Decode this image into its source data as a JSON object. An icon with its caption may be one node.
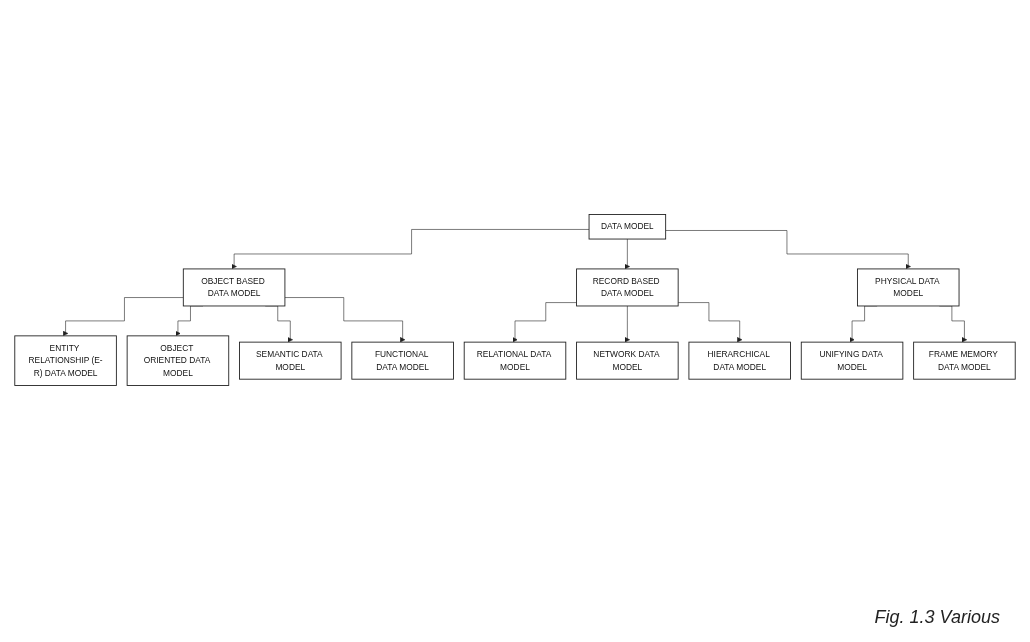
{
  "diagram": {
    "caption": "Fig. 1.3 Various",
    "nodes": [
      {
        "text": [
          "DATA MODEL"
        ]
      },
      {
        "text": [
          "OBJECT BASED DATA MODEL"
        ]
      },
      {
        "text": [
          "RECORD BASED DATA MODEL"
        ]
      },
      {
        "text": [
          "PHYSICAL DATA MODEL"
        ]
      },
      {
        "text": [
          "ENTITY RELATIONSHIP (E-R) DATA MODEL"
        ]
      },
      {
        "text": [
          "OBJECT ORIENTED DATA MODEL"
        ]
      },
      {
        "text": [
          "SEMANTIC DATA MODEL"
        ]
      },
      {
        "text": [
          "FUNCTIONAL DATA MODEL"
        ]
      },
      {
        "text": [
          "RELATIONAL DATA MODEL"
        ]
      },
      {
        "text": [
          "NETWORK DATA MODEL"
        ]
      },
      {
        "text": [
          "HIERARCHICAL DATA MODEL"
        ]
      },
      {
        "text": [
          "UNIFYING DATA MODEL"
        ]
      },
      {
        "text": [
          "FRAME MEMORY DATA MODEL"
        ]
      }
    ],
    "edges": [
      {
        "from": 0,
        "to": 1,
        "arrow": "to"
      },
      {
        "from": 0,
        "to": 2,
        "arrow": "to"
      },
      {
        "from": 0,
        "to": 3,
        "arrow": "to"
      },
      {
        "from": 1,
        "to": 4,
        "arrow": "to"
      },
      {
        "from": 1,
        "to": 5,
        "arrow": "to"
      },
      {
        "from": 1,
        "to": 6,
        "arrow": "to"
      },
      {
        "from": 1,
        "to": 7,
        "arrow": "to"
      },
      {
        "from": 2,
        "to": 8,
        "arrow": "to"
      },
      {
        "from": 2,
        "to": 9,
        "arrow": "to"
      },
      {
        "from": 2,
        "to": 10,
        "arrow": "to"
      },
      {
        "from": 3,
        "to": 11,
        "arrow": "to"
      },
      {
        "from": 3,
        "to": 12,
        "arrow": "to"
      }
    ]
  }
}
